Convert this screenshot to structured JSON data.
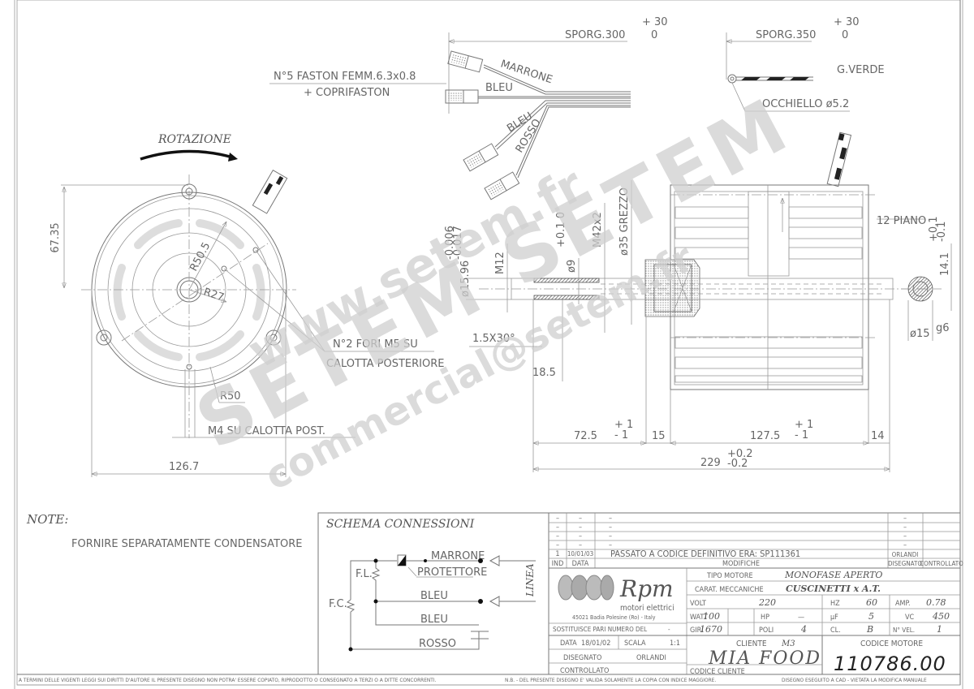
{
  "wiring": {
    "sporg_left": "SPORG.300",
    "sporg_left_tol_plus": "+ 30",
    "sporg_left_tol_minus": "0",
    "sporg_right": "SPORG.350",
    "sporg_right_tol_plus": "+ 30",
    "sporg_right_tol_minus": "0",
    "faston_label_1": "N°5 FASTON FEMM.6.3x0.8",
    "faston_label_2": "+ COPRIFASTON",
    "wire_marrone": "MARRONE",
    "wire_bleu_1": "BLEU",
    "wire_bleu_2": "BLEU",
    "wire_rosso": "ROSSO",
    "ground_wire": "G.VERDE",
    "eyelet": "OCCHIELLO ø5.2"
  },
  "front_view": {
    "rotation_label": "ROTAZIONE",
    "dim_height": "67.35",
    "r_outer": "R50.5",
    "r_inner": "R27",
    "r_50": "R50",
    "holes_note_1": "N°2 FORI M5 SU",
    "holes_note_2": "CALOTTA POSTERIORE",
    "m4_note": "M4 SU CALOTTA POST.",
    "dim_width": "126.7"
  },
  "side_view": {
    "d_shaft": "ø15.96",
    "d_shaft_tol_plus": "-0.006",
    "d_shaft_tol_minus": "-0.017",
    "m12": "M12",
    "d9": "ø9",
    "d9_tol": "+0.1 0",
    "m42": "M42x2",
    "d35": "ø35 GREZZO",
    "chamfer": "1.5X30°",
    "dim_18_5": "18.5",
    "piano": "12 PIANO",
    "dim_14_1": "14.1",
    "dim_14_1_tol_plus": "+0.1",
    "dim_14_1_tol_minus": "-0.1",
    "d15": "ø15",
    "d15_tol": "g6",
    "dim_72_5": "72.5",
    "dim_72_5_tol_plus": "+ 1",
    "dim_72_5_tol_minus": "- 1",
    "dim_15": "15",
    "dim_127_5": "127.5",
    "dim_127_5_tol_plus": "+ 1",
    "dim_127_5_tol_minus": "- 1",
    "dim_14": "14",
    "dim_229": "229",
    "dim_229_tol_plus": "+0.2",
    "dim_229_tol_minus": "-0.2"
  },
  "notes": {
    "title": "NOTE:",
    "text": "FORNIRE SEPARATAMENTE CONDENSATORE"
  },
  "schema": {
    "title": "SCHEMA CONNESSIONI",
    "marrone": "MARRONE",
    "protettore": "PROTETTORE",
    "bleu_1": "BLEU",
    "bleu_2": "BLEU",
    "rosso": "ROSSO",
    "fl": "F.L.",
    "fc": "F.C.",
    "linea": "LINEA"
  },
  "revisions": {
    "rows": [
      {
        "ind": "–",
        "data": "–",
        "modifica": "–",
        "disegnato": "–",
        "controllato": ""
      },
      {
        "ind": "–",
        "data": "–",
        "modifica": "–",
        "disegnato": "–",
        "controllato": ""
      },
      {
        "ind": "–",
        "data": "–",
        "modifica": "–",
        "disegnato": "–",
        "controllato": ""
      },
      {
        "ind": "–",
        "data": "–",
        "modifica": "–",
        "disegnato": "–",
        "controllato": ""
      },
      {
        "ind": "1",
        "data": "10/01/03",
        "modifica": "PASSATO A CODICE DEFINITIVO ERA: SP111361",
        "disegnato": "ORLANDI",
        "controllato": ""
      }
    ],
    "headers": {
      "ind": "IND",
      "data": "DATA",
      "modifiche": "MODIFICHE",
      "disegnato": "DISEGNATO",
      "controllato": "CONTROLLATO"
    }
  },
  "company": {
    "logo": "Rpm",
    "tagline": "motori elettrici",
    "address": "45021 Badia Polesine (Ro) - Italy"
  },
  "specs": {
    "tipo_motore_label": "TIPO MOTORE",
    "tipo_motore": "MONOFASE APERTO",
    "carat_label": "CARAT. MECCANICHE",
    "carat": "CUSCINETTI x A.T.",
    "volt_label": "VOLT",
    "volt": "220",
    "hz_label": "HZ",
    "hz": "60",
    "amp_label": "AMP.",
    "amp": "0.78",
    "watt_label": "WATT",
    "watt": "100",
    "hp_label": "HP",
    "hp": "—",
    "uf_label": "µF",
    "uf": "5",
    "vc_label": "VC",
    "vc": "450",
    "giri_label": "GIRI",
    "giri": "1670",
    "poli_label": "POLI",
    "poli": "4",
    "cl_label": "CL.",
    "cl": "B",
    "nvel_label": "N° VEL.",
    "nvel": "1"
  },
  "titleblock": {
    "sostituisce_label": "SOSTITUISCE PARI NUMERO DEL",
    "sostituisce": "-",
    "data_label": "DATA",
    "data": "18/01/02",
    "scala_label": "SCALA",
    "scala": "1:1",
    "disegnato_label": "DISEGNATO",
    "disegnato": "ORLANDI",
    "controllato_label": "CONTROLLATO",
    "cliente_label": "CLIENTE",
    "cliente_code": "M3",
    "cliente": "MIA FOOD",
    "codice_cliente_label": "CODICE CLIENTE",
    "codice_motore_label": "CODICE MOTORE",
    "codice_motore": "110786.00"
  },
  "footer": {
    "left": "A TERMINI DELLE VIGENTI LEGGI SUI DIRITTI D'AUTORE IL PRESENTE DISEGNO NON POTRA' ESSERE COPIATO, RIPRODOTTO O CONSEGNATO A TERZI O A DITTE CONCORRENTI.",
    "middle": "N.B. - DEL PRESENTE DISEGNO E' VALIDA SOLAMENTE LA COPIA CON INDICE MAGGIORE.",
    "right": "DISEGNO ESEGUITO A CAD - VIETATA LA MODIFICA MANUALE"
  },
  "watermark": {
    "line1": "www.setem.fr",
    "line2": "SETEM SETEM",
    "line3": "commercial@setem.fr"
  }
}
